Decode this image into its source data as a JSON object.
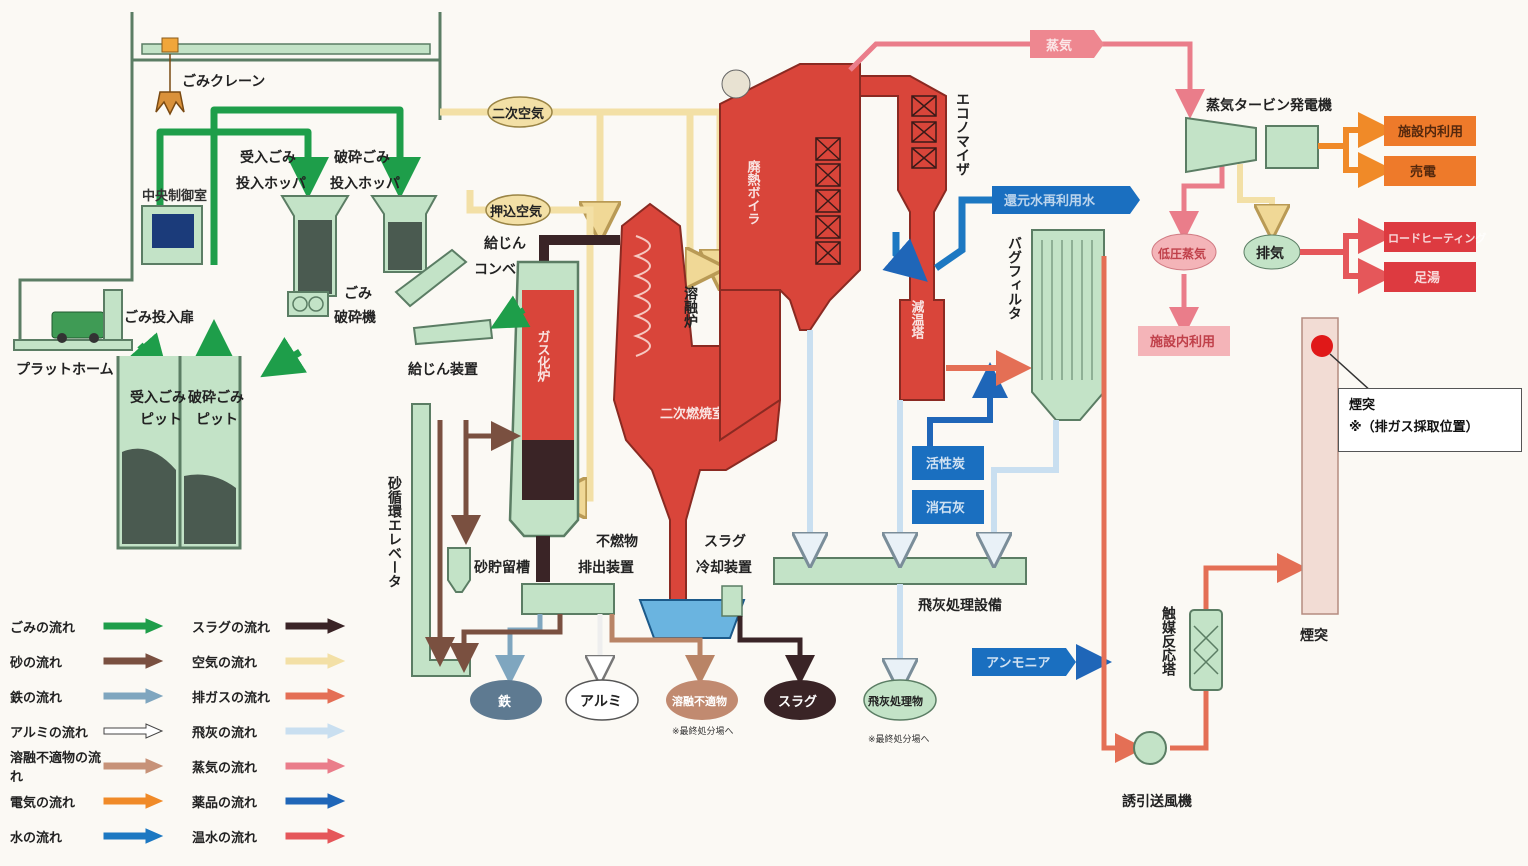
{
  "labels": {
    "crane": "ごみクレーン",
    "central_control": "中央制御室",
    "receive_hopper_1": "受入ごみ",
    "receive_hopper_2": "投入ホッパ",
    "crush_hopper_1": "破砕ごみ",
    "crush_hopper_2": "投入ホッパ",
    "drop_door": "ごみ投入扉",
    "platform": "プラットホーム",
    "crusher_1": "ごみ",
    "crusher_2": "破砕機",
    "receive_pit_1": "受入ごみ",
    "receive_pit_2": "ピット",
    "crush_pit_1": "破砕ごみ",
    "crush_pit_2": "ピット",
    "secondary_air": "二次空気",
    "push_air": "押込空気",
    "feed_conveyor_1": "給じん",
    "feed_conveyor_2": "コンベヤ",
    "feed_device": "給じん装置",
    "gasifier": "ガス化炉",
    "sand_elevator": "砂循環エレベータ",
    "sand_tank": "砂貯留槽",
    "noncombust_1": "不燃物",
    "noncombust_2": "排出装置",
    "melting_furnace": "溶融炉",
    "secondary_chamber": "二次燃焼室",
    "slag_cooler_1": "スラグ",
    "slag_cooler_2": "冷却装置",
    "waste_boiler": "廃熱ボイラ",
    "economizer": "エコノマイザ",
    "steam": "蒸気",
    "turbine": "蒸気タービン発電機",
    "onsite_use_1": "施設内利用",
    "power_sale": "売電",
    "low_pressure_steam": "低圧蒸気",
    "onsite_use_2": "施設内利用",
    "exhaust_steam": "排気",
    "road_heating": "ロードヒーティング",
    "footbath": "足湯",
    "reuse_water": "還元水再利用水",
    "cooling_tower": "減温塔",
    "bag_filter": "バグフィルタ",
    "activated_carbon": "活性炭",
    "slaked_lime": "消石灰",
    "fly_ash_facility": "飛灰処理設備",
    "ammonia": "アンモニア",
    "catalyst_tower": "触媒反応塔",
    "induced_fan": "誘引送風機",
    "stack": "煙突",
    "iron": "鉄",
    "aluminum": "アルミ",
    "molten_noncombust": "溶融不適物",
    "slag": "スラグ",
    "fly_ash_product": "飛灰処理物",
    "final_disposal_1": "※最終処分場へ",
    "final_disposal_2": "※最終処分場へ"
  },
  "callout": {
    "title": "煙突",
    "note": "※（排ガス採取位置）"
  },
  "legend": [
    {
      "label": "ごみの流れ",
      "color": "#1e9e4a",
      "style": "solid"
    },
    {
      "label": "砂の流れ",
      "color": "#7a5040",
      "style": "solid"
    },
    {
      "label": "鉄の流れ",
      "color": "#7fa6bf",
      "style": "solid"
    },
    {
      "label": "アルミの流れ",
      "color": "#ffffff",
      "style": "outline"
    },
    {
      "label": "溶融不適物の流れ",
      "color": "#c79278",
      "style": "solid"
    },
    {
      "label": "電気の流れ",
      "color": "#f08a28",
      "style": "solid"
    },
    {
      "label": "水の流れ",
      "color": "#1c78c2",
      "style": "solid"
    },
    {
      "label": "スラグの流れ",
      "color": "#3a2426",
      "style": "solid"
    },
    {
      "label": "空気の流れ",
      "color": "#f3e0a6",
      "style": "solid"
    },
    {
      "label": "排ガスの流れ",
      "color": "#e46f55",
      "style": "solid"
    },
    {
      "label": "飛灰の流れ",
      "color": "#c9dff0",
      "style": "solid"
    },
    {
      "label": "蒸気の流れ",
      "color": "#ea7d8a",
      "style": "solid"
    },
    {
      "label": "薬品の流れ",
      "color": "#1f66b8",
      "style": "solid"
    },
    {
      "label": "温水の流れ",
      "color": "#e5575a",
      "style": "solid"
    }
  ],
  "colors": {
    "equipment_green": "#c3e3c7",
    "furnace_red": "#d9453a",
    "chemical_blue": "#1a6fc0",
    "steam_pink": "#ee8790",
    "power_orange": "#ee7a2a",
    "hot_water_red": "#dd3a40"
  }
}
